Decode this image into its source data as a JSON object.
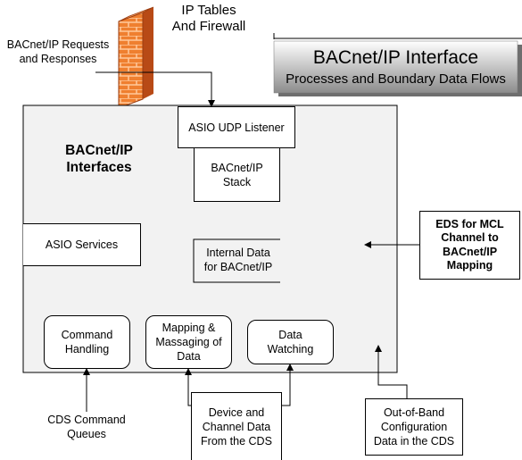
{
  "firewall": {
    "title_line1": "IP Tables",
    "title_line2": "And Firewall",
    "colors": {
      "brick": "#ef7f2f",
      "mortar": "#ffc99a",
      "side": "#b84a16"
    }
  },
  "bacnet_requests": {
    "line1": "BACnet/IP Requests",
    "line2": "and Responses"
  },
  "header": {
    "title": "BACnet/IP Interface",
    "subtitle": "Processes and Boundary Data Flows",
    "colors": {
      "gradient_top": "#ffffff",
      "gradient_bottom": "#8c8c8c",
      "shadow": "#6e6e6e"
    }
  },
  "container": {
    "title_line1": "BACnet/IP",
    "title_line2": "Interfaces",
    "color": "#f2f2f2"
  },
  "boxes": {
    "asio_udp": "ASIO UDP Listener",
    "bacnet_stack_line1": "BACnet/IP",
    "bacnet_stack_line2": "Stack",
    "asio_services": "ASIO Services",
    "internal_data_line1": "Internal Data",
    "internal_data_line2": "for BACnet/IP",
    "command_handling_line1": "Command",
    "command_handling_line2": "Handling",
    "mapping_line1": "Mapping &",
    "mapping_line2": "Massaging of",
    "mapping_line3": "Data",
    "data_watching_line1": "Data",
    "data_watching_line2": "Watching"
  },
  "eds": {
    "line1": "EDS for MCL",
    "line2": "Channel to",
    "line3": "BACnet/IP",
    "line4": "Mapping"
  },
  "cds_command": {
    "line1": "CDS Command",
    "line2": "Queues"
  },
  "device_channel": {
    "line1": "Device and",
    "line2": "Channel Data",
    "line3": "From the CDS"
  },
  "oob": {
    "line1": "Out-of-Band",
    "line2": "Configuration",
    "line3": "Data in the CDS"
  }
}
